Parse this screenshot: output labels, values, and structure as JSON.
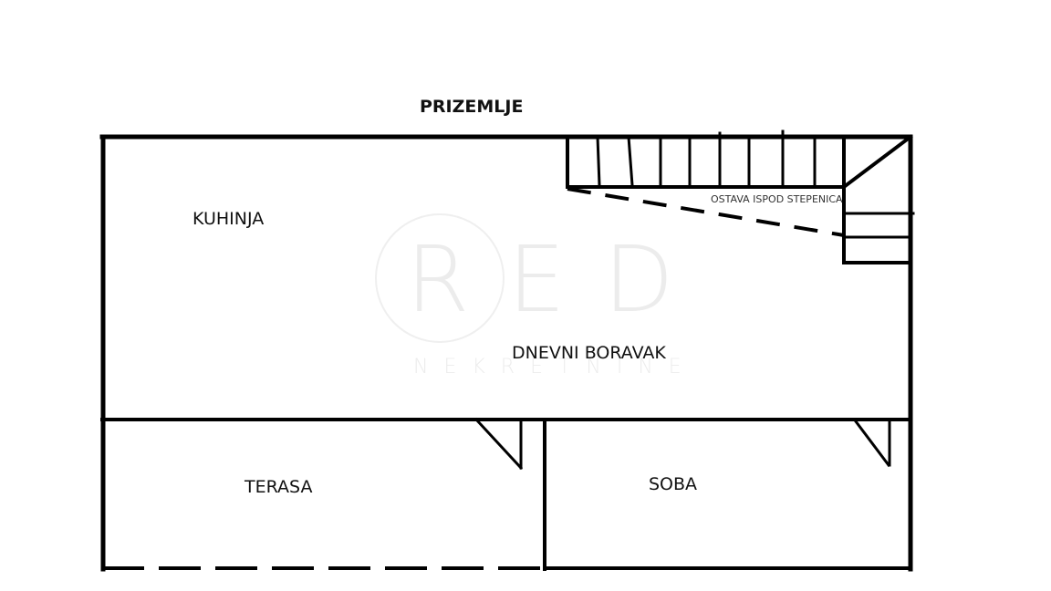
{
  "title": "PRIZEMLJE",
  "rooms": {
    "kuhinja": "KUHINJA",
    "dnevni_boravak": "DNEVNI BORAVAK",
    "terasa": "TERASA",
    "soba": "SOBA"
  },
  "annotations": {
    "storage": "OSTAVA ISPOD STEPENICA"
  },
  "watermark": {
    "main": "RED",
    "sub": "NEKRETNINE"
  },
  "colors": {
    "wall": "#000000",
    "background": "#ffffff",
    "watermark": "#ececec"
  }
}
